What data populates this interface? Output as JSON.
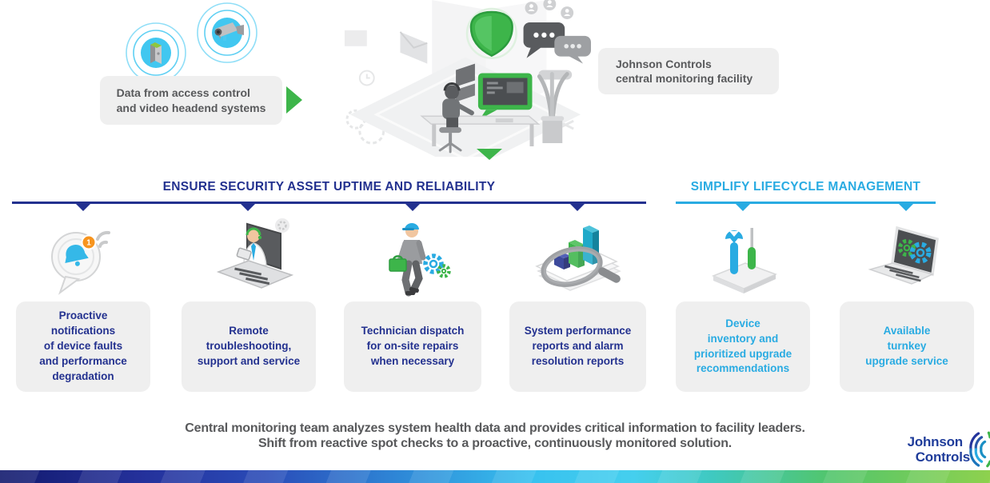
{
  "colors": {
    "navy": "#23318f",
    "cyan": "#29abe2",
    "green": "#3db54a",
    "box_gray": "#efefef",
    "text_gray": "#58595b",
    "orange": "#f7941e"
  },
  "flow": {
    "source_icons": [
      "access-control-reader-icon",
      "security-camera-icon"
    ],
    "source_label": "Data from access control\nand video headend systems",
    "arrow_right_icon": "flow-arrow-right-icon",
    "illustration": "central-monitoring-room-illustration",
    "arrow_down_icon": "flow-arrow-down-icon",
    "facility_label": "Johnson Controls\ncentral monitoring facility"
  },
  "sections": [
    {
      "title": "ENSURE SECURITY ASSET UPTIME AND RELIABILITY",
      "color": "#23318f"
    },
    {
      "title": "SIMPLIFY LIFECYCLE MANAGEMENT",
      "color": "#29abe2"
    }
  ],
  "columns": [
    {
      "icon": "notification-bubble-icon",
      "badge": "1",
      "text": "Proactive\nnotifications\nof device faults\nand performance\ndegradation",
      "text_color": "#23318f"
    },
    {
      "icon": "remote-support-laptop-icon",
      "text": "Remote\ntroubleshooting,\nsupport and service",
      "text_color": "#23318f"
    },
    {
      "icon": "technician-dispatch-icon",
      "text": "Technician dispatch\nfor on-site repairs\nwhen necessary",
      "text_color": "#23318f"
    },
    {
      "icon": "performance-reports-magnifier-icon",
      "text": "System performance\nreports and alarm\nresolution reports",
      "text_color": "#23318f"
    },
    {
      "icon": "device-inventory-tools-icon",
      "text": "Device\ninventory and\nprioritized upgrade\nrecommendations",
      "text_color": "#29abe2"
    },
    {
      "icon": "turnkey-upgrade-laptop-icon",
      "text": "Available\nturnkey\nupgrade service",
      "text_color": "#29abe2"
    }
  ],
  "footer": {
    "line1": "Central monitoring team analyzes system health data and provides critical information to facility leaders.",
    "line2": "Shift from reactive spot checks to a proactive, continuously monitored solution."
  },
  "logo": {
    "name": "Johnson Controls",
    "line1": "Johnson",
    "line2": "Controls",
    "mark": "johnson-controls-swirl-icon"
  }
}
